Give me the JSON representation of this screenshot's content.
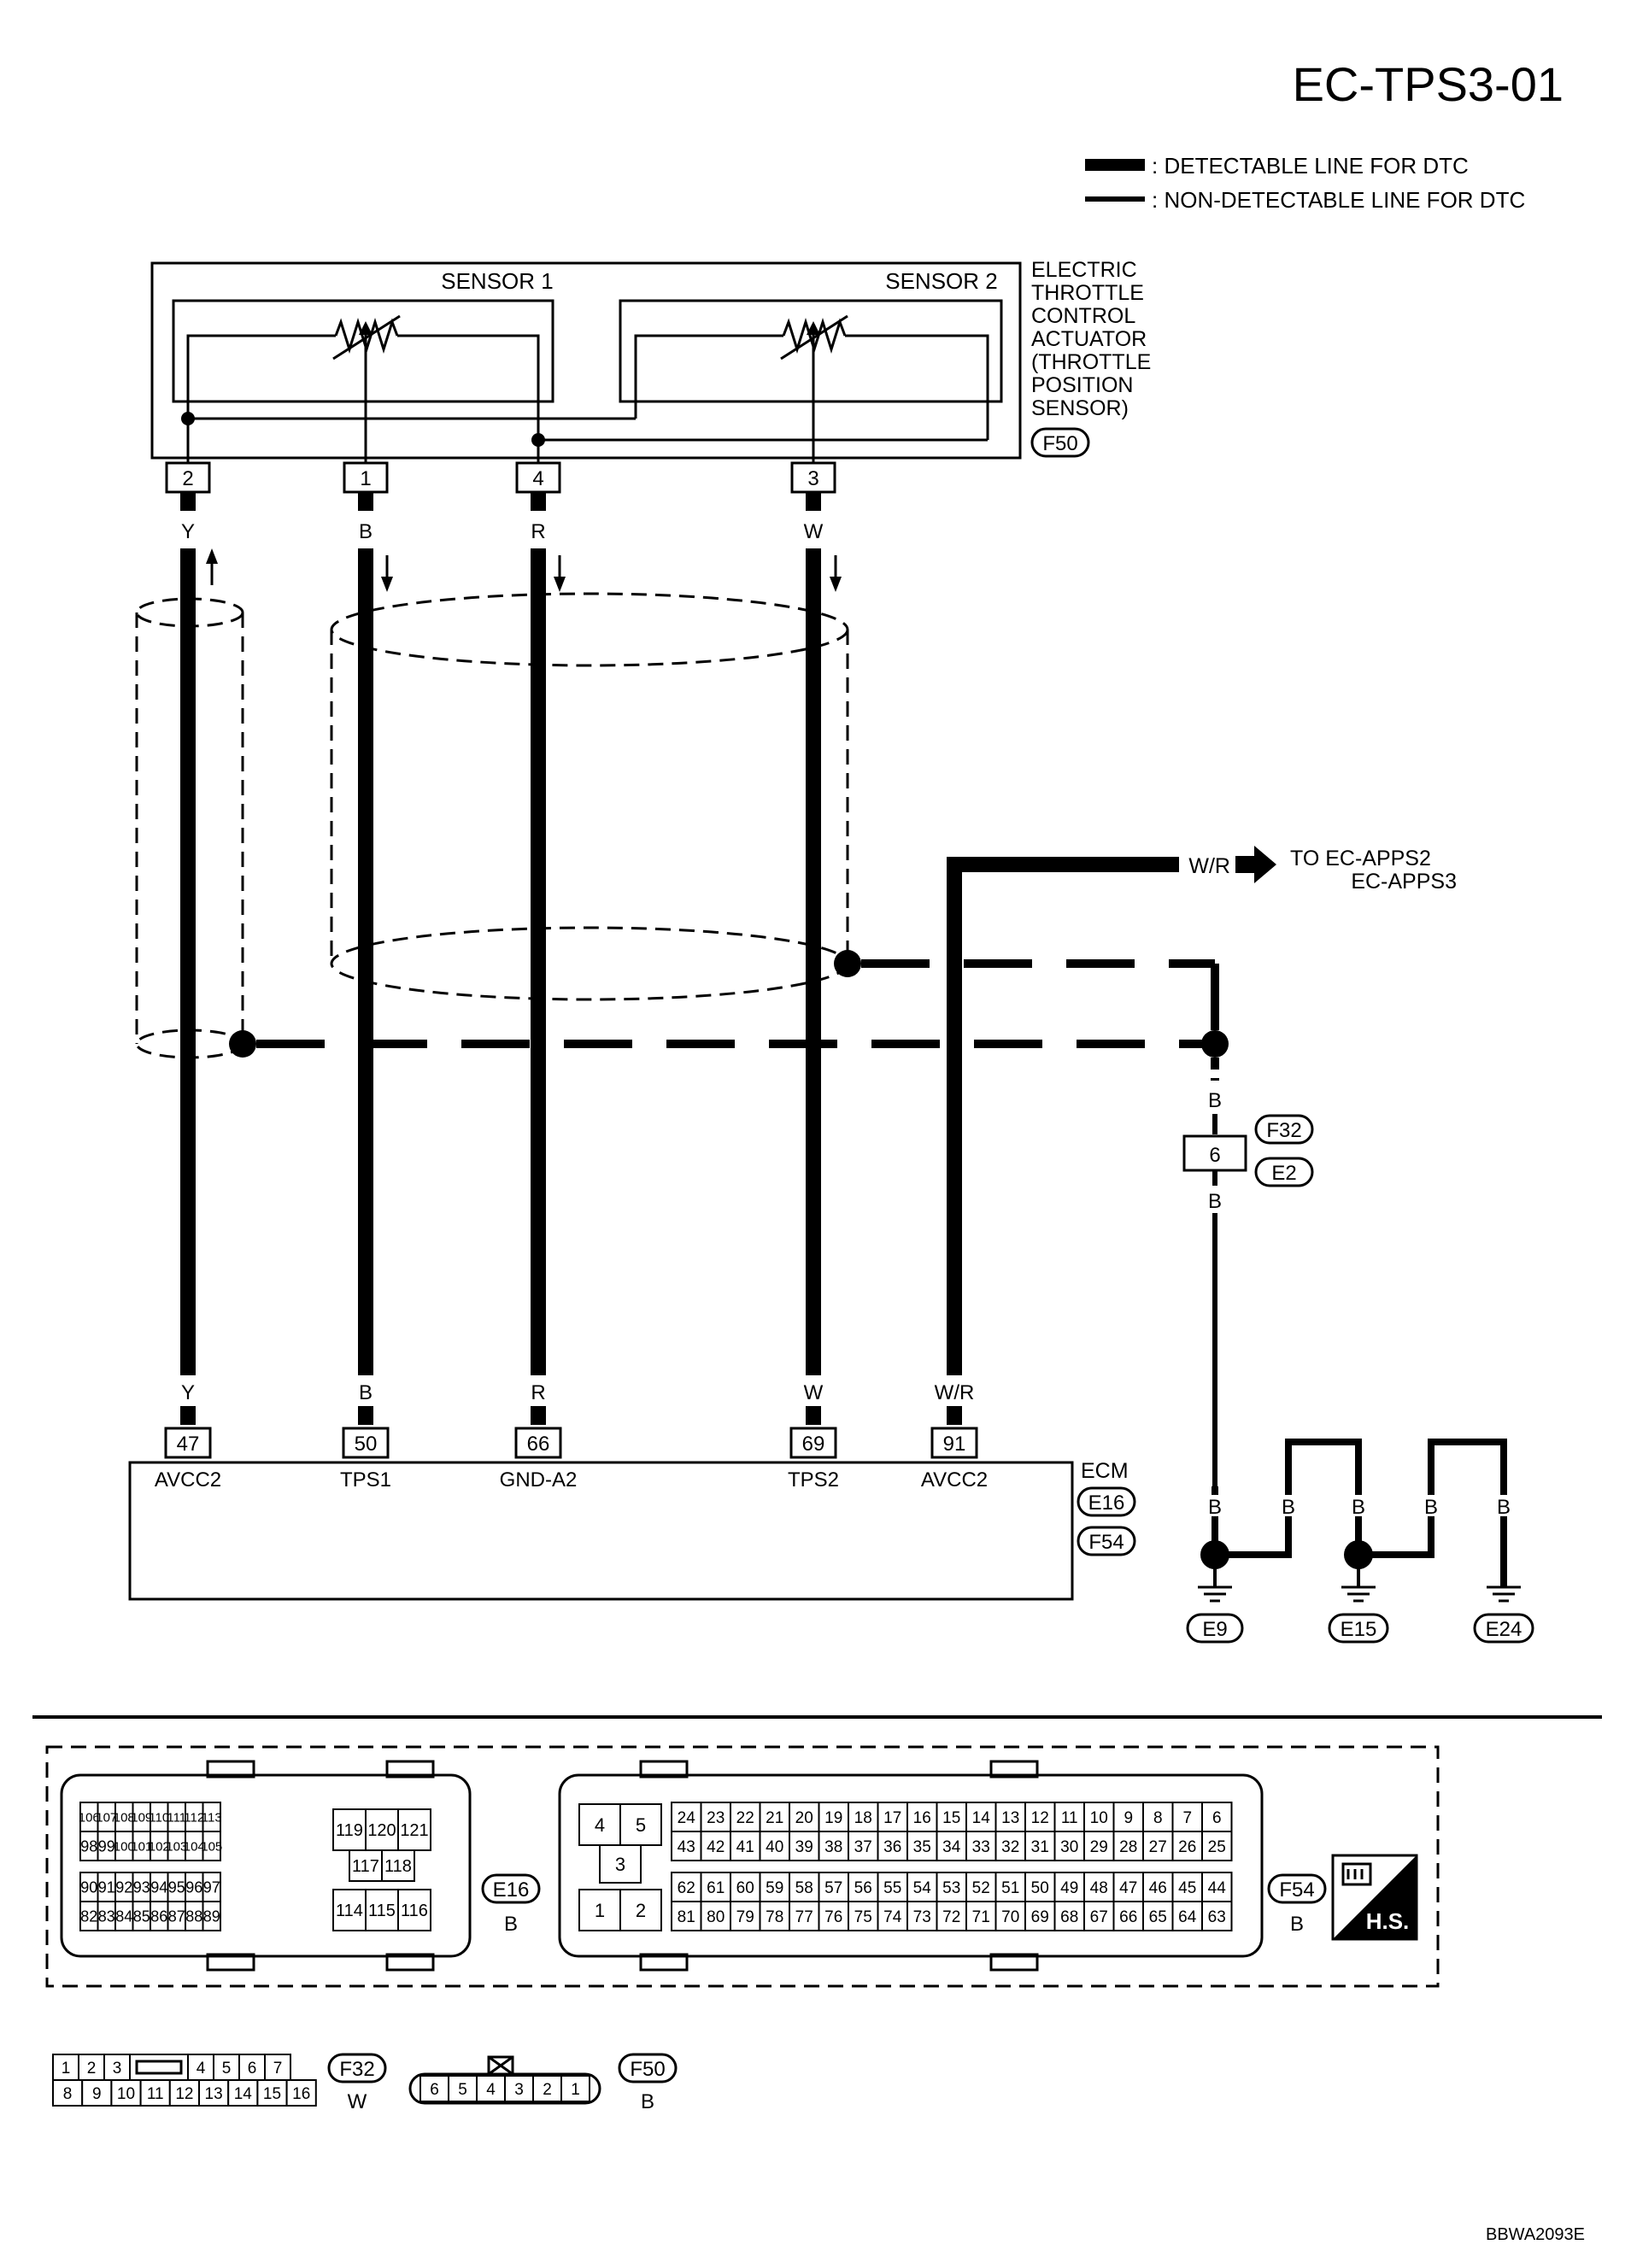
{
  "page": {
    "title": "EC-TPS3-01",
    "figure_code": "BBWA2093E"
  },
  "legend": {
    "detectable": ": DETECTABLE LINE FOR DTC",
    "non_detectable": ": NON-DETECTABLE LINE FOR DTC"
  },
  "actuator": {
    "sensor1": "SENSOR 1",
    "sensor2": "SENSOR 2",
    "name_lines": [
      "ELECTRIC",
      "THROTTLE",
      "CONTROL",
      "ACTUATOR",
      "(THROTTLE",
      "POSITION",
      "SENSOR)"
    ],
    "connector": "F50",
    "pins": [
      "2",
      "1",
      "4",
      "3"
    ],
    "wire_colors": [
      "Y",
      "B",
      "R",
      "W"
    ]
  },
  "to_label": {
    "wire": "W/R",
    "line1": "TO EC-APPS2",
    "line2": "EC-APPS3"
  },
  "joint": {
    "wire_top": "B",
    "connectors": [
      "F32",
      "E2"
    ],
    "pin": "6",
    "wire_bottom": "B"
  },
  "ecm": {
    "label": "ECM",
    "connectors": [
      "E16",
      "F54"
    ],
    "wire_colors": [
      "Y",
      "B",
      "R",
      "W",
      "W/R"
    ],
    "pins": [
      "47",
      "50",
      "66",
      "69",
      "91"
    ],
    "pin_labels": [
      "AVCC2",
      "TPS1",
      "GND-A2",
      "TPS2",
      "AVCC2"
    ]
  },
  "grounds": {
    "wire_labels": [
      "B",
      "B",
      "B",
      "B",
      "B"
    ],
    "names": [
      "E9",
      "E15",
      "E24"
    ]
  },
  "e16_connector": {
    "name": "E16",
    "color": "B",
    "rows_left": [
      [
        "106",
        "107",
        "108",
        "109",
        "110",
        "111",
        "112",
        "113"
      ],
      [
        "98",
        "99",
        "100",
        "101",
        "102",
        "103",
        "104",
        "105"
      ],
      [
        "90",
        "91",
        "92",
        "93",
        "94",
        "95",
        "96",
        "97"
      ],
      [
        "82",
        "83",
        "84",
        "85",
        "86",
        "87",
        "88",
        "89"
      ]
    ],
    "right_top": [
      "119",
      "120",
      "121"
    ],
    "right_mid": [
      "117",
      "118"
    ],
    "right_bottom": [
      "114",
      "115",
      "116"
    ]
  },
  "f54_connector": {
    "name": "F54",
    "color": "B",
    "small_top": [
      "4",
      "5"
    ],
    "small_mid": [
      "3"
    ],
    "small_bottom": [
      "1",
      "2"
    ],
    "rows": [
      [
        "24",
        "23",
        "22",
        "21",
        "20",
        "19",
        "18",
        "17",
        "16",
        "15",
        "14",
        "13",
        "12",
        "11",
        "10",
        "9",
        "8",
        "7",
        "6"
      ],
      [
        "43",
        "42",
        "41",
        "40",
        "39",
        "38",
        "37",
        "36",
        "35",
        "34",
        "33",
        "32",
        "31",
        "30",
        "29",
        "28",
        "27",
        "26",
        "25"
      ],
      [
        "62",
        "61",
        "60",
        "59",
        "58",
        "57",
        "56",
        "55",
        "54",
        "53",
        "52",
        "51",
        "50",
        "49",
        "48",
        "47",
        "46",
        "45",
        "44"
      ],
      [
        "81",
        "80",
        "79",
        "78",
        "77",
        "76",
        "75",
        "74",
        "73",
        "72",
        "71",
        "70",
        "69",
        "68",
        "67",
        "66",
        "65",
        "64",
        "63"
      ]
    ]
  },
  "hs_icon": "H.S.",
  "f32_connector": {
    "name": "F32",
    "color": "W",
    "row1": [
      "1",
      "2",
      "3",
      "",
      "4",
      "5",
      "6",
      "7"
    ],
    "row2": [
      "8",
      "9",
      "10",
      "11",
      "12",
      "13",
      "14",
      "15",
      "16"
    ]
  },
  "f50_connector": {
    "name": "F50",
    "color": "B",
    "pins": [
      "6",
      "5",
      "4",
      "3",
      "2",
      "1"
    ]
  }
}
